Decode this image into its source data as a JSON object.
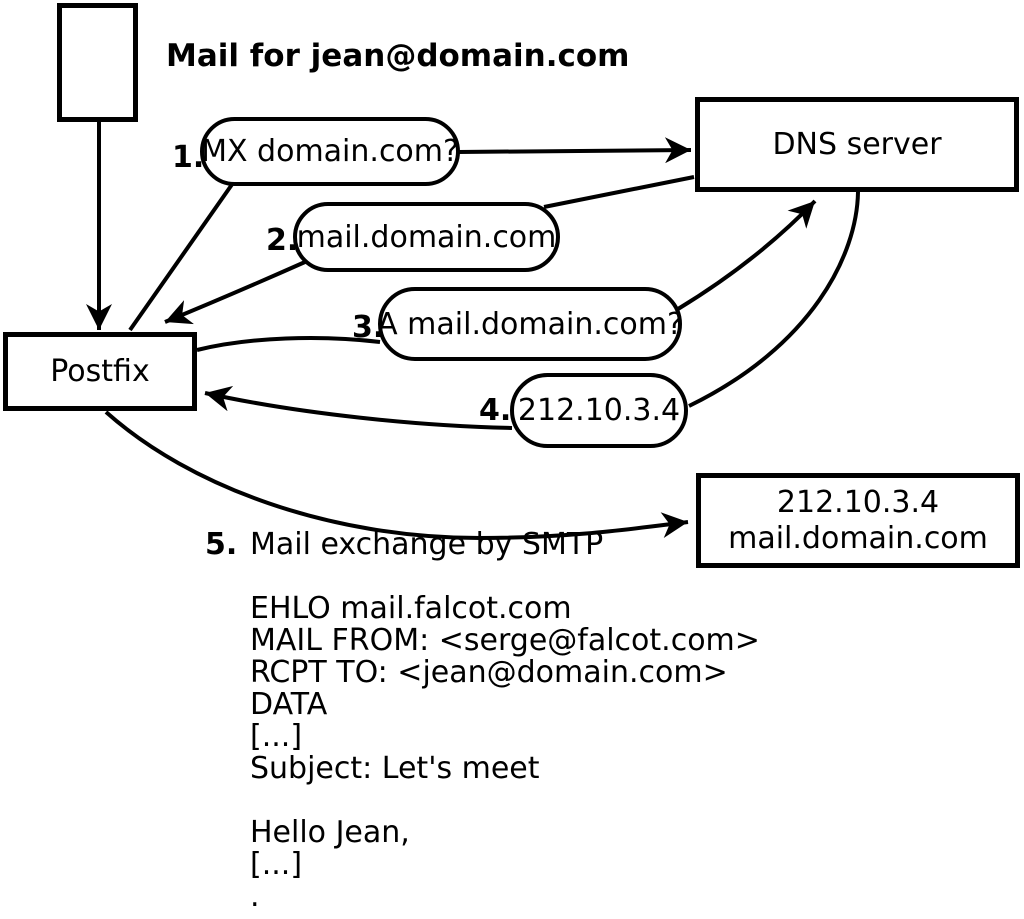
{
  "diagram": {
    "title": "Mail for jean@domain.com",
    "nodes": {
      "dns_server": "DNS server",
      "postfix": "Postfix",
      "mail_host_line1": "212.10.3.4",
      "mail_host_line2": "mail.domain.com"
    },
    "steps": [
      {
        "num": "1.",
        "label": "MX domain.com?"
      },
      {
        "num": "2.",
        "label": "mail.domain.com"
      },
      {
        "num": "3.",
        "label": "A mail.domain.com?"
      },
      {
        "num": "4.",
        "label": "212.10.3.4"
      },
      {
        "num": "5.",
        "label": "Mail exchange by SMTP"
      }
    ],
    "smtp_transcript": "EHLO mail.falcot.com\nMAIL FROM: <serge@falcot.com>\nRCPT TO: <jean@domain.com>\nDATA\n[...]\nSubject: Let's meet\n\nHello Jean,\n[...]\n.",
    "colors": {
      "stroke": "#000000",
      "background": "#ffffff"
    }
  }
}
